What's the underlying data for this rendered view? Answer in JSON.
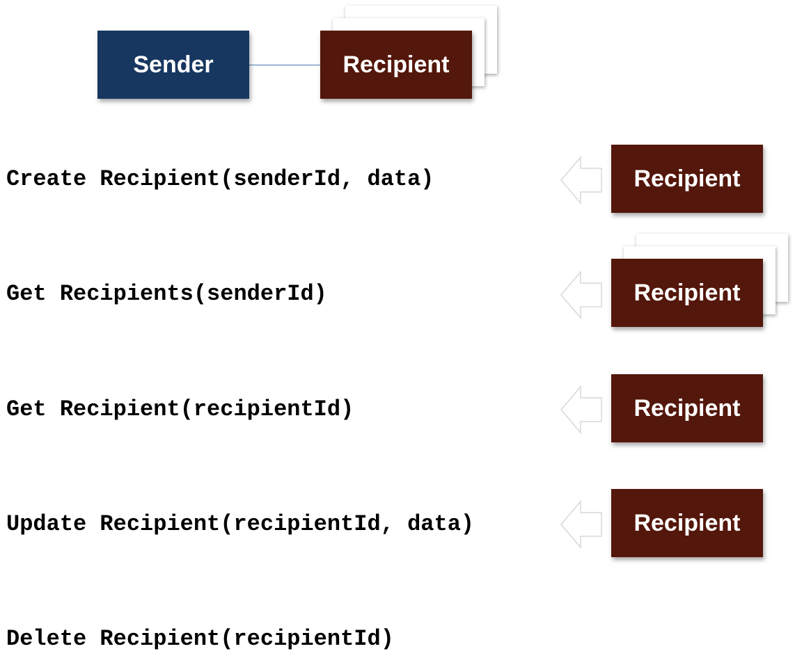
{
  "header": {
    "sender_label": "Sender",
    "recipient_label": "Recipient"
  },
  "operations": [
    {
      "signature": "Create Recipient(senderId, data)",
      "returns": "Recipient"
    },
    {
      "signature": "Get Recipients(senderId)",
      "returns": "Recipient"
    },
    {
      "signature": "Get Recipient(recipientId)",
      "returns": "Recipient"
    },
    {
      "signature": "Update Recipient(recipientId, data)",
      "returns": "Recipient"
    },
    {
      "signature": "Delete Recipient(recipientId)"
    }
  ],
  "colors": {
    "sender": "#173760",
    "recipient": "#54170b",
    "connector": "#4a7ab0"
  }
}
